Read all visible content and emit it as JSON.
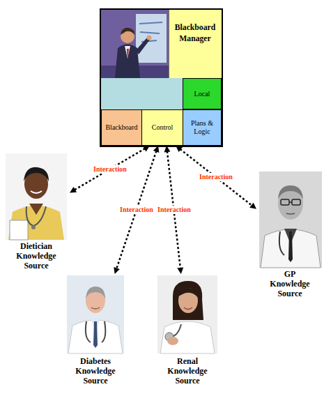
{
  "diagram": {
    "nodes": [
      {
        "text": [
          "Blackboard Manager"
        ]
      },
      {
        "text": [
          "Local"
        ],
        "in": 0
      },
      {
        "text": [
          "Blackboard"
        ],
        "in": 0
      },
      {
        "text": [
          "Control"
        ],
        "in": 0
      },
      {
        "text": [
          "Plans & Logic"
        ],
        "in": 0
      },
      {
        "text": [
          "Dietician Knowledge Source"
        ]
      },
      {
        "text": [
          "Diabetes Knowledge Source"
        ]
      },
      {
        "text": [
          "Renal Knowledge Source"
        ]
      },
      {
        "text": [
          "GP Knowledge Source"
        ]
      }
    ],
    "edges": [
      {
        "from": 3,
        "to": 5,
        "arrow": "both",
        "label": "Interaction"
      },
      {
        "from": 3,
        "to": 6,
        "arrow": "both",
        "label": "Interaction"
      },
      {
        "from": 3,
        "to": 7,
        "arrow": "both",
        "label": "Interaction"
      },
      {
        "from": 3,
        "to": 8,
        "arrow": "both",
        "label": "Interaction"
      }
    ]
  }
}
